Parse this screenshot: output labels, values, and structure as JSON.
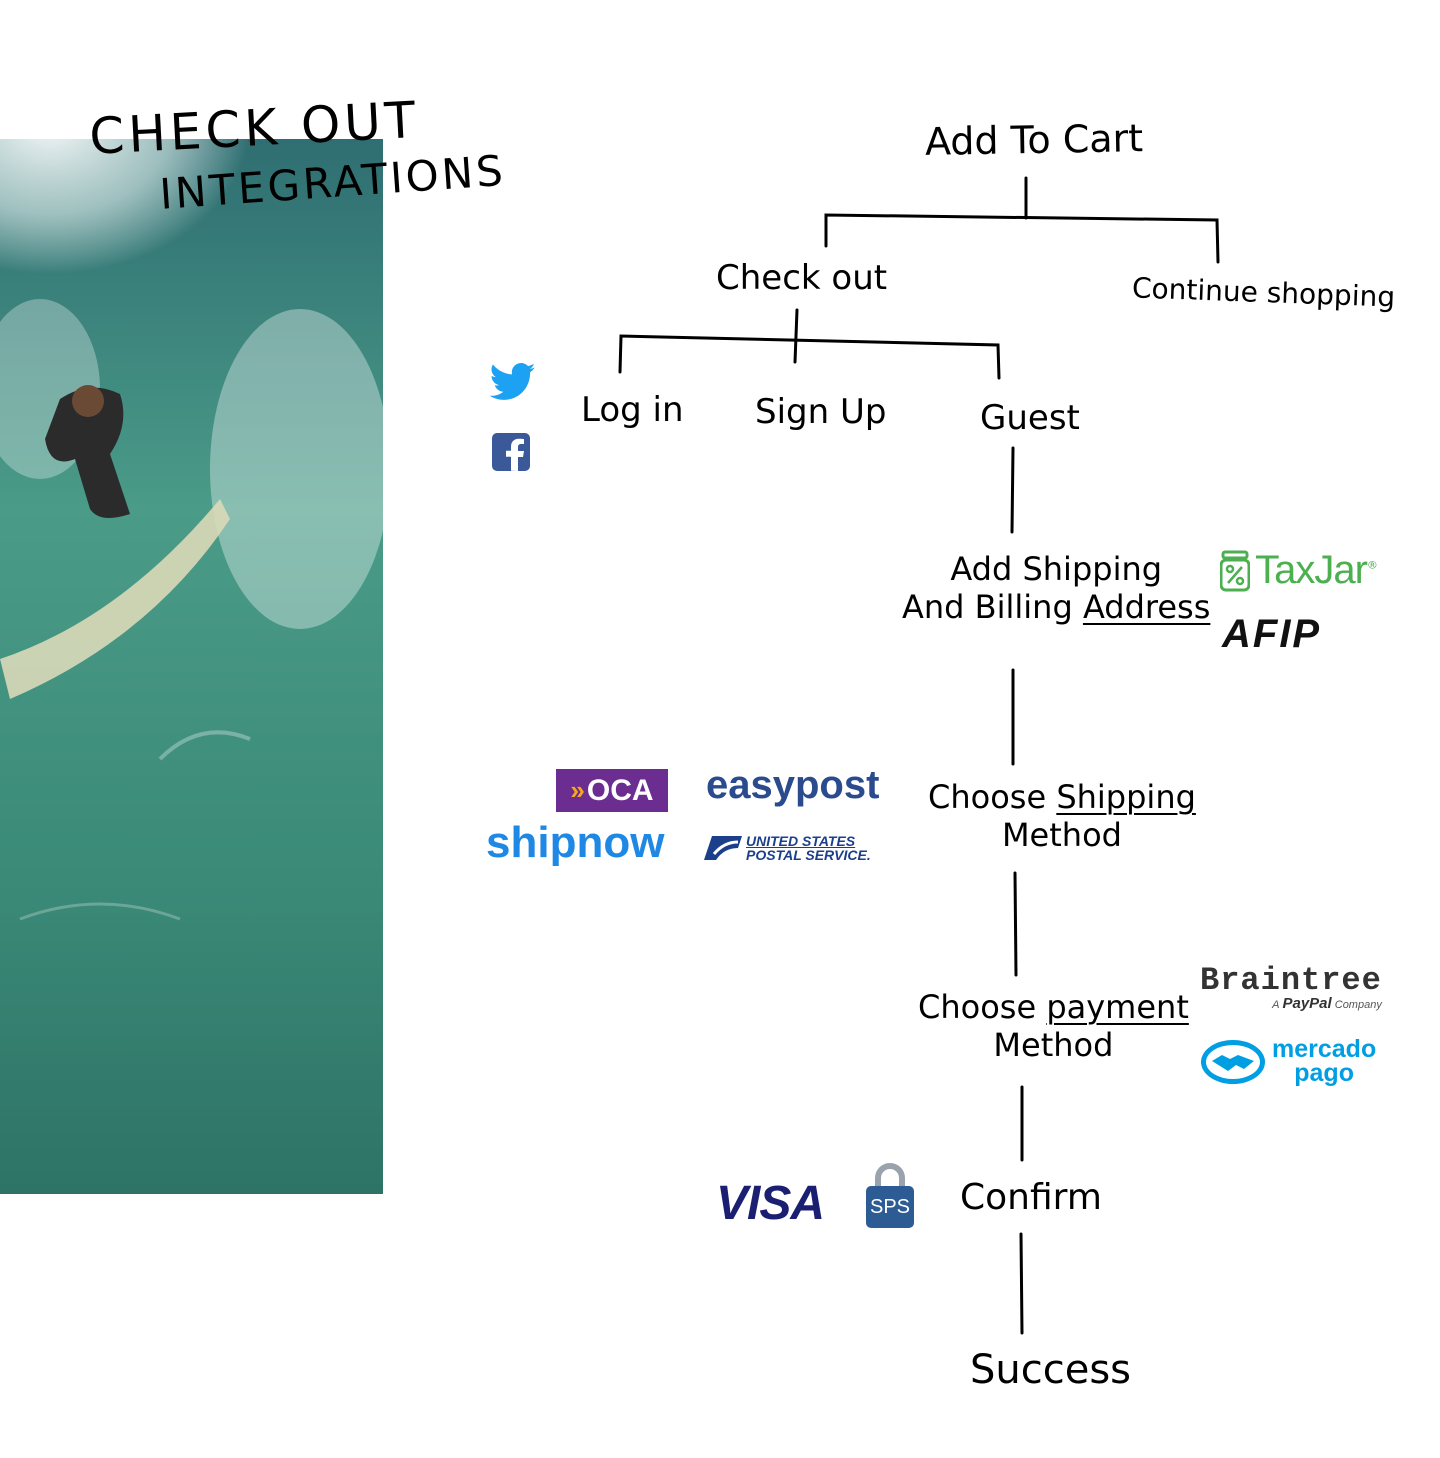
{
  "header": {
    "title_line1": "CHECK OUT",
    "title_line2": "INTEGRATIONS"
  },
  "flow": {
    "add_to_cart": "Add To Cart",
    "check_out": "Check out",
    "continue_shopping": "Continue shopping",
    "log_in": "Log in",
    "sign_up": "Sign Up",
    "guest": "Guest",
    "shipping_line1": "Add Shipping",
    "shipping_line2_a": "And Billing",
    "shipping_line2_b": "Address",
    "method_line1_a": "Choose",
    "method_line1_b": "Shipping",
    "method_line2": "Method",
    "payment_line1_a": "Choose",
    "payment_line1_b": "payment",
    "payment_line2": "Method",
    "confirm": "Confirm",
    "success": "Success"
  },
  "integrations": {
    "social": [
      "twitter-icon",
      "facebook-icon"
    ],
    "tax": {
      "taxjar": "TaxJar",
      "taxjar_mark": "®",
      "afip": "AFIP"
    },
    "shipping": {
      "oca": "OCA",
      "easypost": "easypost",
      "shipnow": "shipnow",
      "usps_line1": "UNITED STATES",
      "usps_line2": "POSTAL SERVICE."
    },
    "payment": {
      "braintree": "Braintree",
      "braintree_sub_a": "A",
      "braintree_sub_b": "PayPal",
      "braintree_sub_c": "Company",
      "mercado_line1": "mercado",
      "mercado_line2": "pago"
    },
    "confirm": {
      "visa": "VISA",
      "sps": "SPS"
    }
  },
  "colors": {
    "twitter": "#1da1f2",
    "facebook": "#3b5998",
    "taxjar": "#4caf50",
    "oca_bg": "#6c2d91",
    "oca_arrow": "#f7a81b",
    "easypost": "#2a4b8d",
    "shipnow": "#1f88e5",
    "usps": "#1b3f8b",
    "braintree": "#333333",
    "mercadopago": "#009ee3",
    "visa": "#1a1f71",
    "sps": "#2d5b94",
    "sea": "#3f8c7e"
  }
}
